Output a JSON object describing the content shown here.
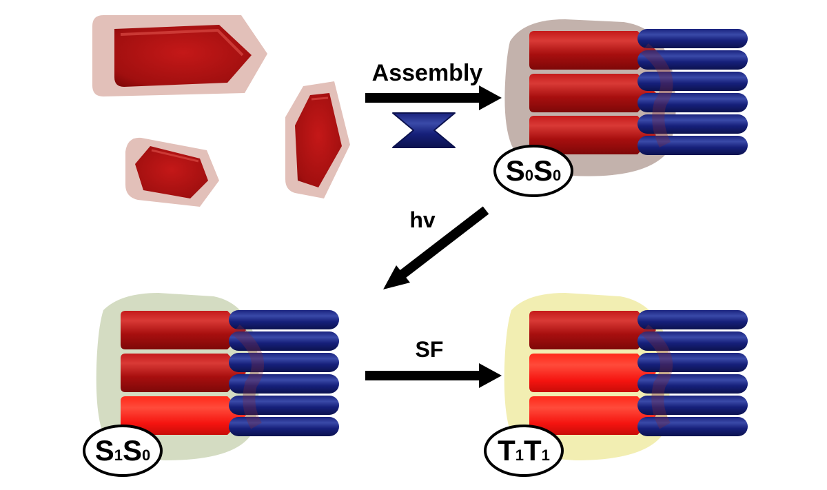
{
  "arrows": {
    "assembly_label": "Assembly",
    "photoexcitation_label": "hv",
    "singlet_fission_label": "SF"
  },
  "states": [
    {
      "id": "s0s0",
      "letter1": "S",
      "sub1": "0",
      "letter2": "S",
      "sub2": "0",
      "halo_color": "#bdaaa3"
    },
    {
      "id": "s1s0",
      "letter1": "S",
      "sub1": "1",
      "letter2": "S",
      "sub2": "0",
      "halo_color": "#cfd8bb"
    },
    {
      "id": "t1t1",
      "letter1": "T",
      "sub1": "1",
      "letter2": "T",
      "sub2": "1",
      "halo_color": "#f1ecaa"
    }
  ],
  "colors": {
    "ground_state": "#b01414",
    "excited_state": "#ff1a10",
    "linker": "#1a237e",
    "free_halo": "#ddb5ad",
    "arrow": "#000000"
  }
}
